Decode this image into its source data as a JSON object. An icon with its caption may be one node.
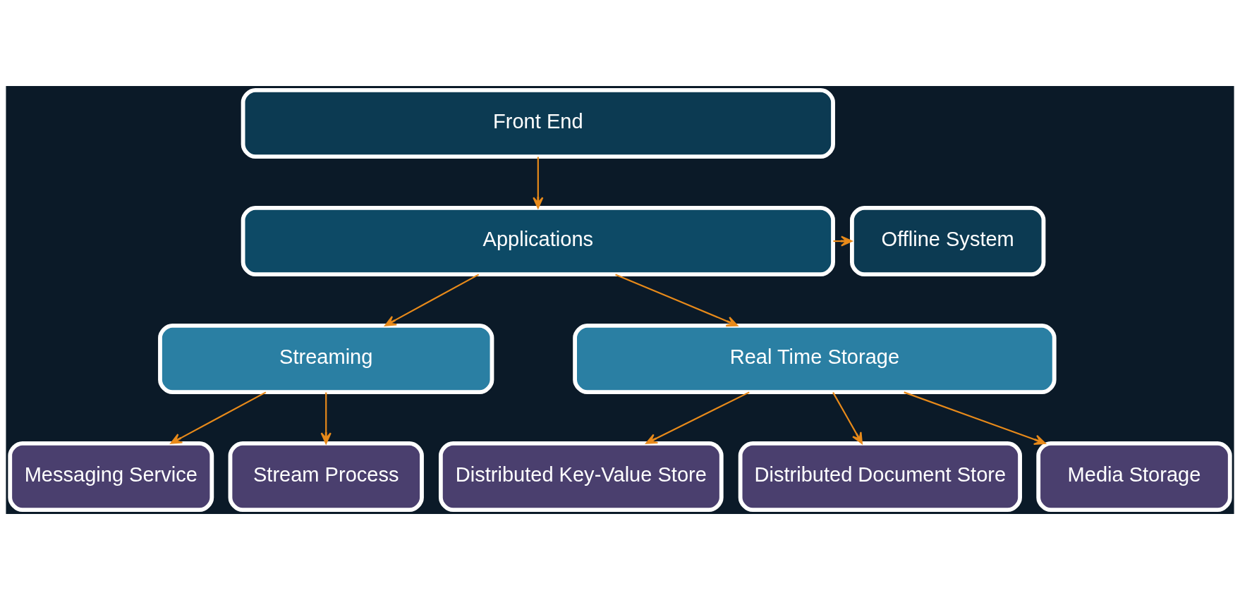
{
  "diagram": {
    "nodes": [
      {
        "text": [
          "Front End"
        ]
      },
      {
        "text": [
          "Applications"
        ]
      },
      {
        "text": [
          "Offline System"
        ]
      },
      {
        "text": [
          "Streaming"
        ]
      },
      {
        "text": [
          "Real Time Storage"
        ]
      },
      {
        "text": [
          "Messaging Service"
        ]
      },
      {
        "text": [
          "Stream Process"
        ]
      },
      {
        "text": [
          "Distributed Key-Value Store"
        ]
      },
      {
        "text": [
          "Distributed Document Store"
        ]
      },
      {
        "text": [
          "Media Storage"
        ]
      }
    ],
    "edges": [
      {
        "from": 0,
        "to": 1,
        "arrow": "to"
      },
      {
        "from": 1,
        "to": 2,
        "arrow": "to"
      },
      {
        "from": 1,
        "to": 3,
        "arrow": "to"
      },
      {
        "from": 1,
        "to": 4,
        "arrow": "to"
      },
      {
        "from": 3,
        "to": 5,
        "arrow": "to"
      },
      {
        "from": 3,
        "to": 6,
        "arrow": "to"
      },
      {
        "from": 4,
        "to": 7,
        "arrow": "to"
      },
      {
        "from": 4,
        "to": 8,
        "arrow": "to"
      },
      {
        "from": 4,
        "to": 9,
        "arrow": "to"
      }
    ]
  }
}
